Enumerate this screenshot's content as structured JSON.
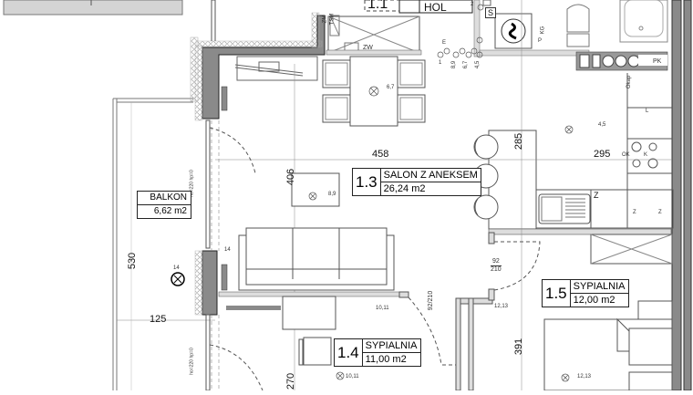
{
  "rooms": [
    {
      "id": "1.1",
      "name": "HOL",
      "area": ""
    },
    {
      "id": "1.3",
      "name": "SALON Z ANEKSEM",
      "area": "26,24 m2"
    },
    {
      "id": "1.4",
      "name": "SYPIALNIA",
      "area": "11,00 m2"
    },
    {
      "id": "1.5",
      "name": "SYPIALNIA",
      "area": "12,00 m2"
    }
  ],
  "balcony": {
    "name": "BALKON",
    "area": "6,62 m2"
  },
  "dimensions": {
    "salon_width": "458",
    "salon_depth": "406",
    "kitchen_bar": "285",
    "kitchen_width": "295",
    "balcony_length": "530",
    "balcony_depth": "125",
    "bedroom_1_4_depth": "270",
    "bedroom_1_5_depth": "391"
  },
  "door_specs": {
    "door_1": {
      "width": "92",
      "height": "210"
    },
    "door_2": {
      "width": "92",
      "height": "210"
    },
    "balcony_door_top": {
      "ho": "ho=220",
      "hp": "hp=0"
    },
    "balcony_door_bottom": {
      "ho": "ho=220",
      "hp": "hp=0"
    }
  },
  "annotations": {
    "zw": "ZW",
    "tsm": "TSM",
    "zm": "ZM",
    "s": "S",
    "kg": "KG",
    "p": "P",
    "e": "E",
    "pk": "PK",
    "okap": "Okap",
    "ok": "OK",
    "k": "K",
    "l": "L",
    "z": "Z",
    "z2": "Z",
    "z3": "Z"
  },
  "circuits": {
    "dining_light": "6,7",
    "coffee_table_light": "8,9",
    "kitchen_light": "4,5",
    "balcony_light": "14",
    "wall_outlet_14": "14",
    "bedroom_1_4_outlet": "10,11",
    "bedroom_1_4_light": "10,11",
    "bedroom_1_5_outlet": "12,13",
    "bedroom_1_5_light": "12,13",
    "switch_1": "1",
    "switch_89": "8,9",
    "switch_67": "6,7",
    "switch_45": "4,5",
    "switch_2": "2"
  }
}
